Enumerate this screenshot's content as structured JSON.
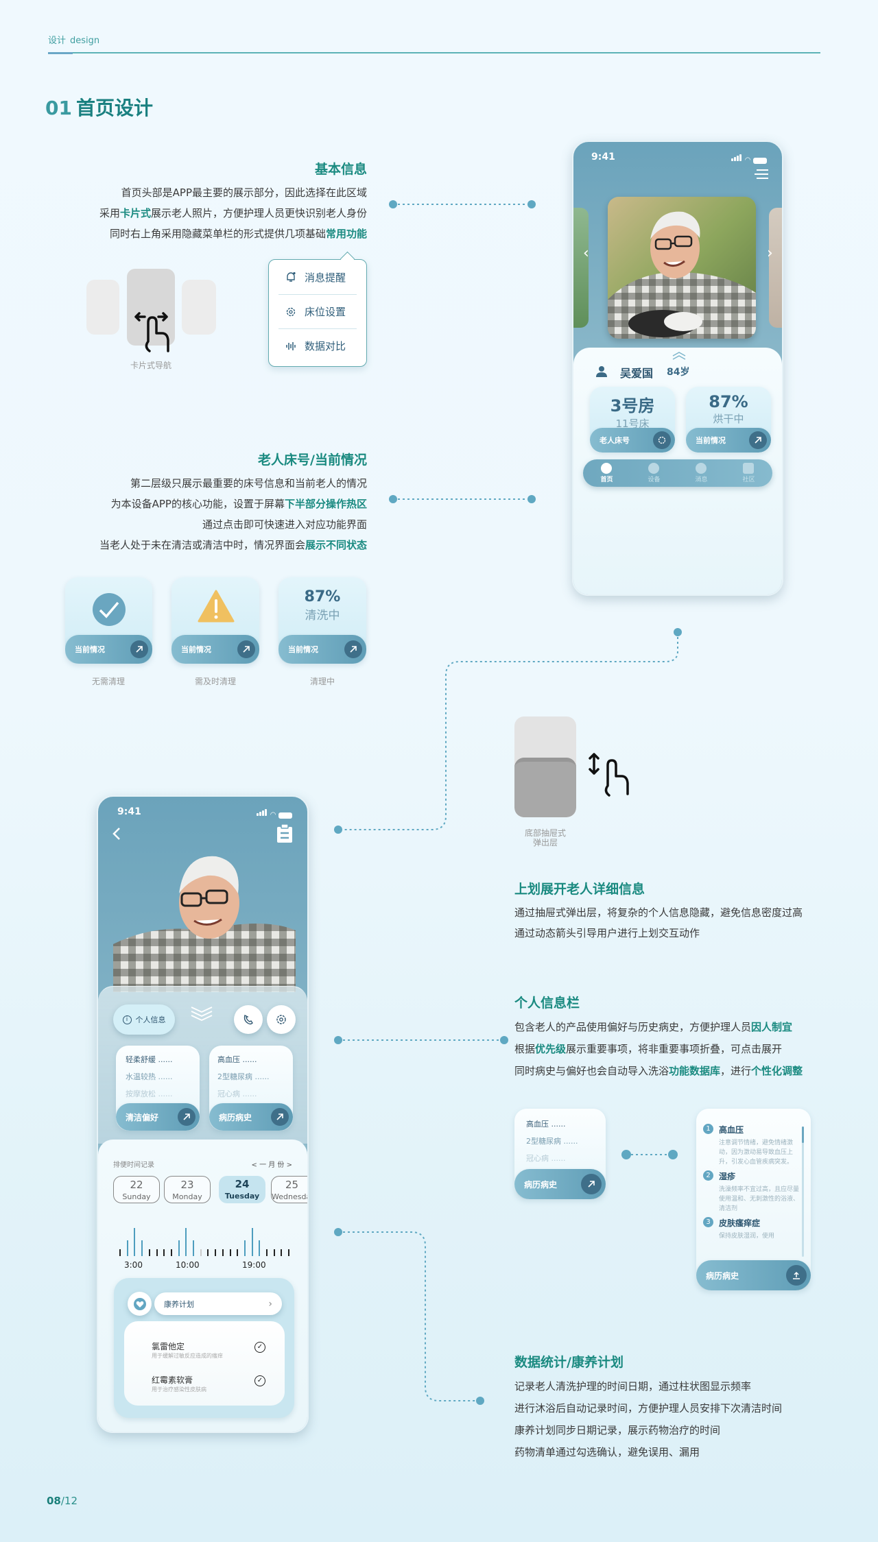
{
  "header": {
    "section_cn": "设计",
    "section_en": "design"
  },
  "page_title": {
    "number": "01",
    "text": "首页设计"
  },
  "basic_info": {
    "title": "基本信息",
    "lines": [
      [
        {
          "text": "首页头部是APP最主要的展示部分，因此选择在此区域",
          "hl": false
        }
      ],
      [
        {
          "text": "采用",
          "hl": false
        },
        {
          "text": "卡片式",
          "hl": true
        },
        {
          "text": "展示老人照片，方便护理人员更快识别老人身份",
          "hl": false
        }
      ],
      [
        {
          "text": "同时右上角采用隐藏菜单栏的形式提供几项基础",
          "hl": false
        },
        {
          "text": "常用功能",
          "hl": true
        }
      ]
    ],
    "card_nav_caption": "卡片式导航",
    "menu": [
      {
        "icon": "bell-icon",
        "label": "消息提醒"
      },
      {
        "icon": "gear-icon",
        "label": "床位设置"
      },
      {
        "icon": "waveform-icon",
        "label": "数据对比"
      }
    ]
  },
  "bed_status": {
    "title": "老人床号/当前情况",
    "lines": [
      [
        {
          "text": "第二层级只展示最重要的床号信息和当前老人的情况",
          "hl": false
        }
      ],
      [
        {
          "text": "为本设备APP的核心功能，设置于屏幕",
          "hl": false
        },
        {
          "text": "下半部分操作热区",
          "hl": true
        }
      ],
      [
        {
          "text": "通过点击即可快速进入对应功能界面",
          "hl": false
        }
      ],
      [
        {
          "text": "当老人处于未在清洁或清洁中时，情况界面会",
          "hl": false
        },
        {
          "text": "展示不同状态",
          "hl": true
        }
      ]
    ],
    "states": [
      {
        "icon": "check-circle-icon",
        "label": "当前情况",
        "caption": "无需清理"
      },
      {
        "icon": "warning-icon",
        "label": "当前情况",
        "caption": "需及时清理"
      },
      {
        "percent": "87%",
        "status": "清洗中",
        "label": "当前情况",
        "caption": "清理中"
      }
    ]
  },
  "phone_home": {
    "time": "9:41",
    "name": "吴爱国",
    "age": "84岁",
    "room": "3号房",
    "bed": "11号床",
    "bed_label": "老人床号",
    "progress": "87%",
    "progress_status": "烘干中",
    "status_label": "当前情况",
    "nav": [
      {
        "icon": "user-icon",
        "label": "首页",
        "active": true
      },
      {
        "icon": "device-icon",
        "label": "设备",
        "active": false
      },
      {
        "icon": "message-icon",
        "label": "消息",
        "active": false
      },
      {
        "icon": "community-icon",
        "label": "社区",
        "active": false
      }
    ]
  },
  "drawer": {
    "caption_line1": "底部抽屉式",
    "caption_line2": "弹出层",
    "title": "上划展开老人详细信息",
    "lines": [
      [
        {
          "text": "通过抽屉式弹出层，将复杂的个人信息隐藏，避免信息密度过高",
          "hl": false
        }
      ],
      [
        {
          "text": "通过动态箭头引导用户进行上划交互动作",
          "hl": false
        }
      ]
    ]
  },
  "personal": {
    "title": "个人信息栏",
    "lines": [
      [
        {
          "text": "包含老人的产品使用偏好与历史病史，方便护理人员",
          "hl": false
        },
        {
          "text": "因人制宜",
          "hl": true
        }
      ],
      [
        {
          "text": "根据",
          "hl": false
        },
        {
          "text": "优先级",
          "hl": true
        },
        {
          "text": "展示重要事项，将非重要事项折叠，可点击展开",
          "hl": false
        }
      ],
      [
        {
          "text": "同时病史与偏好也会自动导入洗浴",
          "hl": false
        },
        {
          "text": "功能数据库",
          "hl": true
        },
        {
          "text": "，进行",
          "hl": false
        },
        {
          "text": "个性化调整",
          "hl": true
        }
      ]
    ],
    "collapsed_card": {
      "lines": [
        "高血压 ......",
        "2型糖尿病 ......",
        "冠心病 ......"
      ],
      "label": "病历病史"
    },
    "expanded_card": {
      "items": [
        {
          "n": "1",
          "title": "高血压",
          "desc": "注意调节情绪，避免情绪激动，因为激动易导致血压上升，引发心血管疾病突发。"
        },
        {
          "n": "2",
          "title": "湿疹",
          "desc": "洗澡频率不宜过高，且应尽量使用温和、无刺激性的浴液、清洁剂"
        },
        {
          "n": "3",
          "title": "皮肤瘙痒症",
          "desc": "保持皮肤湿润，使用"
        }
      ],
      "label": "病历病史"
    }
  },
  "phone_detail": {
    "time": "9:41",
    "info_button": "个人信息",
    "pref_card": {
      "lines": [
        "轻柔舒缓 ......",
        "水温较热 ......",
        "按摩放松 ......"
      ],
      "label": "清洁偏好"
    },
    "history_card": {
      "lines": [
        "高血压 ......",
        "2型糖尿病 ......",
        "冠心病 ......"
      ],
      "label": "病历病史"
    },
    "record_title": "排便时间记录",
    "month_selector": "< 一 月 份 >",
    "dates": [
      {
        "day": "22",
        "weekday": "Sunday",
        "selected": false
      },
      {
        "day": "23",
        "weekday": "Monday",
        "selected": false
      },
      {
        "day": "24",
        "weekday": "Tuesday",
        "selected": true
      },
      {
        "day": "25",
        "weekday": "Wednesday",
        "selected": false
      }
    ],
    "time_labels": [
      "3:00",
      "10:00",
      "19:00"
    ],
    "frequency_levels": [
      1,
      2,
      3,
      2,
      1,
      1,
      1,
      1,
      2,
      3,
      2,
      1,
      1,
      1,
      1,
      1,
      1,
      2,
      3,
      2,
      1,
      1,
      1,
      1
    ],
    "plan_title": "康养计划",
    "medications": [
      {
        "name": "氯雷他定",
        "desc": "用于缓解过敏反应造成的瘙痒",
        "checked": true
      },
      {
        "name": "红霉素软膏",
        "desc": "用于治疗感染性皮肤病",
        "checked": true
      }
    ]
  },
  "stats": {
    "title": "数据统计/康养计划",
    "lines": [
      [
        {
          "text": "记录老人清洗护理的时间日期，通过柱状图显示频率",
          "hl": false
        }
      ],
      [
        {
          "text": "进行沐浴后自动记录时间，方便护理人员安排下次清洁时间",
          "hl": false
        }
      ],
      [
        {
          "text": "康养计划同步日期记录，展示药物治疗的时间",
          "hl": false
        }
      ],
      [
        {
          "text": "药物清单通过勾选确认，避免误用、漏用",
          "hl": false
        }
      ]
    ]
  },
  "footer": {
    "page_current": "08",
    "page_total": "/12"
  },
  "colors": {
    "accent": "#1a8a80",
    "phone_blue": "#6ba3bb",
    "button_dark": "#3f6f89",
    "warning": "#f0c060"
  }
}
